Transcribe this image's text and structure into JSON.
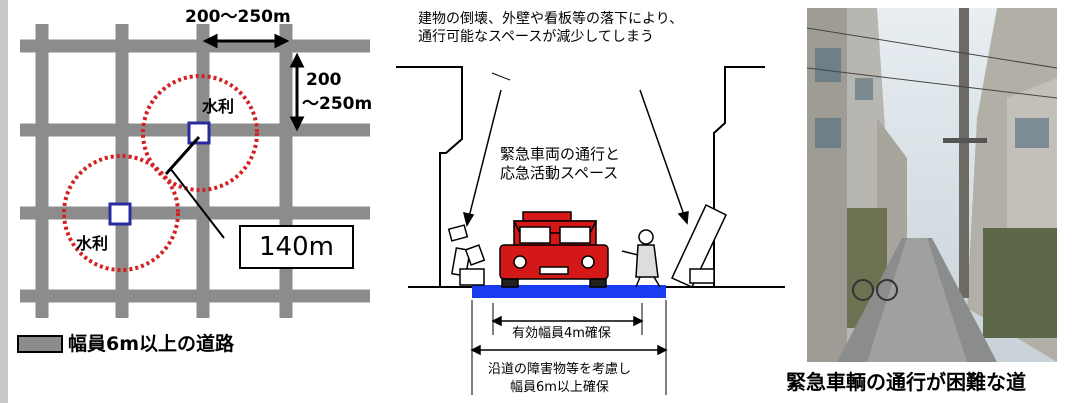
{
  "grid_map": {
    "block_width_label": "200～250m",
    "block_height_label_1": "200",
    "block_height_label_2": "～250m",
    "water_source_label": "水利",
    "radius_label": "140m",
    "legend_label": "幅員6m以上の道路"
  },
  "cross_section": {
    "top_note_line1": "建物の倒壊、外壁や看板等の落下により、",
    "top_note_line2": "通行可能なスペースが減少してしまう",
    "center_label_line1": "緊急車両の通行と",
    "center_label_line2": "応急活動スペース",
    "effective_width_label": "有効幅員4m確保",
    "total_width_line1": "沿道の障害物等を考慮し",
    "total_width_line2": "幅員6m以上確保"
  },
  "photo": {
    "caption": "緊急車輌の通行が困難な道"
  },
  "colors": {
    "road": "#8c8c8c",
    "circle": "#d42020",
    "water_box": "#2a2aa0",
    "truck": "#d41818",
    "road_surface": "#1a3cf0"
  }
}
